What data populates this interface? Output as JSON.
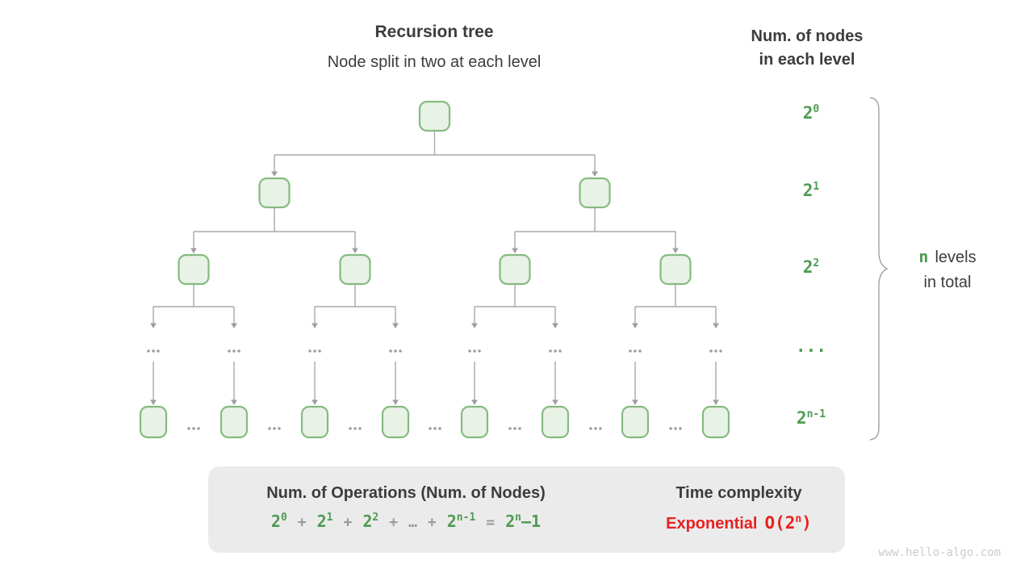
{
  "header": {
    "title": "Recursion tree",
    "subtitle": "Node split in two at each level"
  },
  "right_header": {
    "line1": "Num. of nodes",
    "line2": "in each level"
  },
  "level_labels": [
    {
      "base": "2",
      "sup": "0"
    },
    {
      "base": "2",
      "sup": "1"
    },
    {
      "base": "2",
      "sup": "2"
    },
    {
      "base": "...",
      "sup": ""
    },
    {
      "base": "2",
      "sup": "n-1"
    }
  ],
  "brace_note": {
    "highlight": "n",
    "line1_rest": "levels",
    "line2": "in total"
  },
  "summary": {
    "operations_title": "Num. of Operations (Num. of Nodes)",
    "formula": [
      {
        "text": "2",
        "sup": "0",
        "color": "green"
      },
      {
        "text": "+",
        "color": "gray"
      },
      {
        "text": "2",
        "sup": "1",
        "color": "green"
      },
      {
        "text": "+",
        "color": "gray"
      },
      {
        "text": "2",
        "sup": "2",
        "color": "green"
      },
      {
        "text": "+",
        "color": "gray"
      },
      {
        "text": "…",
        "color": "gray"
      },
      {
        "text": "+",
        "color": "gray"
      },
      {
        "text": "2",
        "sup": "n-1",
        "color": "green"
      },
      {
        "text": "=",
        "color": "gray"
      },
      {
        "text": "2",
        "sup": "n",
        "tail": "–1",
        "color": "green"
      }
    ],
    "time_title": "Time complexity",
    "complexity_word": "Exponential",
    "complexity_expr": {
      "base": "O(2",
      "sup": "n",
      "close": ")"
    }
  },
  "watermark": "www.hello-algo.com",
  "colors": {
    "green_text": "#4e9b52",
    "node_fill": "#e9f2e6",
    "node_border": "#85bb80",
    "line_gray": "#a8a8a8",
    "arrow_gray": "#9e9e9e",
    "dark_text": "#3c3c3c",
    "red": "#e62220",
    "box_bg": "#ebebeb",
    "block_arrow": "#c3c3c3",
    "brace_gray": "#9a9a9a",
    "watermark_gray": "#cbcbcb"
  }
}
